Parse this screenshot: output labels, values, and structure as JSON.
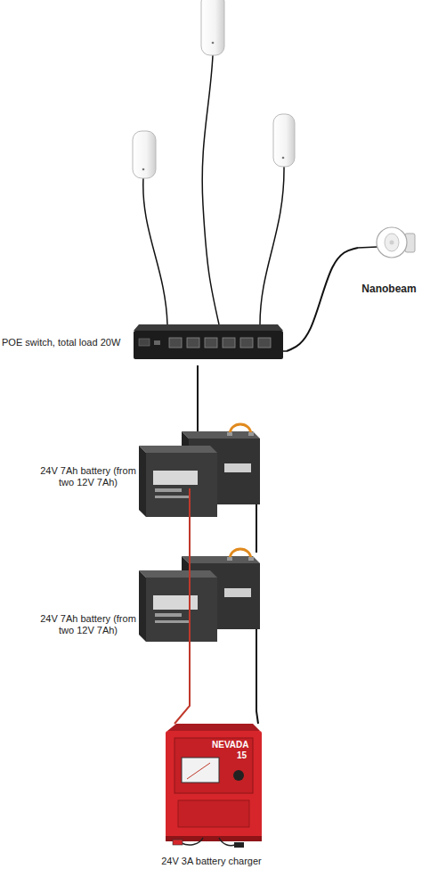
{
  "diagram": {
    "nodes": [
      {
        "text": [
          "Nanobeam"
        ]
      },
      {
        "text": [
          "POE switch, total load 20W"
        ]
      },
      {
        "text": [
          "24V 7Ah battery (from two 12V 7Ah)"
        ]
      },
      {
        "text": [
          "24V 7Ah battery (from two 12V 7Ah)"
        ]
      },
      {
        "text": [
          "24V 3A battery charger"
        ]
      }
    ],
    "edges": [
      {
        "from": 0,
        "to": 1,
        "arrow": "none"
      },
      {
        "from": 1,
        "to": 2,
        "arrow": "none"
      },
      {
        "from": 2,
        "to": 3,
        "arrow": "none"
      },
      {
        "from": 3,
        "to": 4,
        "arrow": "none"
      },
      {
        "from": 2,
        "to": 4,
        "arrow": "none"
      }
    ],
    "labels": [
      "NEVADA",
      "15"
    ]
  }
}
